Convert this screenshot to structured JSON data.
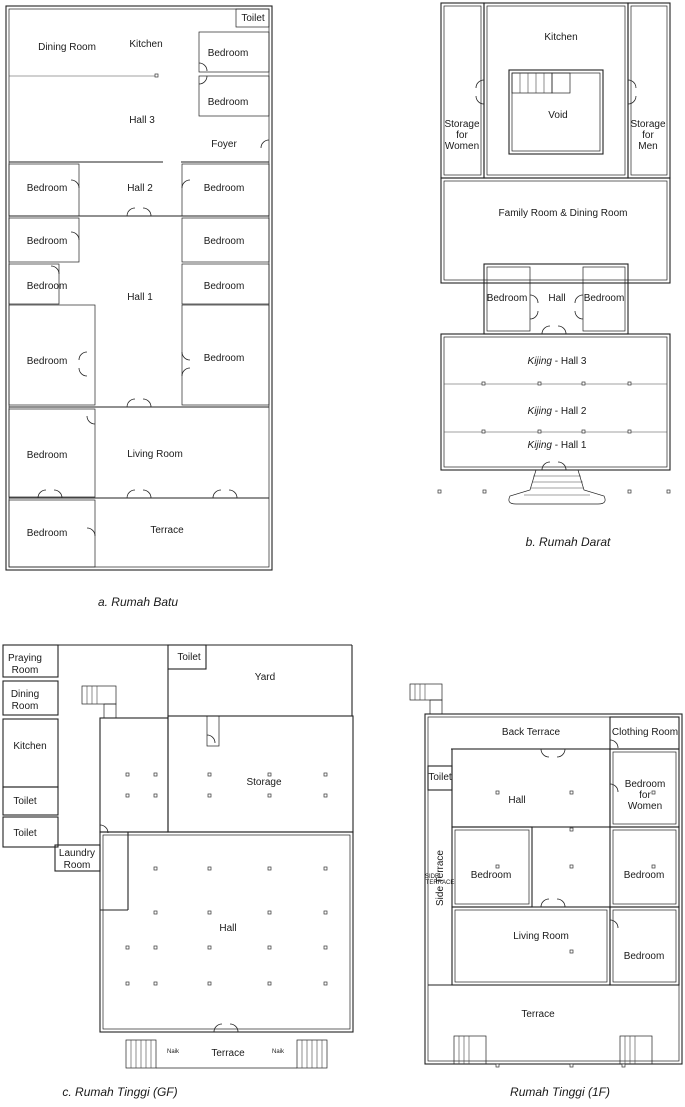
{
  "captions": {
    "a": "a. Rumah Batu",
    "b": "b. Rumah Darat",
    "c": "c. Rumah Tinggi (GF)",
    "d": "Rumah Tinggi (1F)"
  },
  "plan_a": {
    "toilet": "Toilet",
    "dining_room": "Dining Room",
    "kitchen": "Kitchen",
    "bedroom_1": "Bedroom",
    "bedroom_2": "Bedroom",
    "hall_3": "Hall 3",
    "foyer": "Foyer",
    "bedroom_3": "Bedroom",
    "hall_2": "Hall 2",
    "bedroom_4": "Bedroom",
    "bedroom_5": "Bedroom",
    "bedroom_6": "Bedroom",
    "bedroom_7": "Bedroom",
    "hall_1": "Hall 1",
    "bedroom_8": "Bedroom",
    "bedroom_9": "Bedroom",
    "bedroom_10": "Bedroom",
    "bedroom_11": "Bedroom",
    "living_room": "Living Room",
    "bedroom_12": "Bedroom",
    "terrace": "Terrace"
  },
  "plan_b": {
    "kitchen": "Kitchen",
    "storage_women": [
      "Storage",
      "for",
      "Women"
    ],
    "void": "Void",
    "storage_men": [
      "Storage",
      "for",
      "Men"
    ],
    "family_dining": "Family Room & Dining Room",
    "bedroom_left": "Bedroom",
    "hall": "Hall",
    "bedroom_right": "Bedroom",
    "kijing_word": "Kijing",
    "hall_3": " - Hall 3",
    "hall_2": " - Hall 2",
    "hall_1": " - Hall 1"
  },
  "plan_c": {
    "praying_room": [
      "Praying",
      "Room"
    ],
    "dining_room": [
      "Dining",
      "Room"
    ],
    "toilet_top": "Toilet",
    "yard": "Yard",
    "kitchen": "Kitchen",
    "storage": "Storage",
    "toilet_1": "Toilet",
    "toilet_2": "Toilet",
    "laundry_room": [
      "Laundry",
      "Room"
    ],
    "hall": "Hall",
    "terrace": "Terrace",
    "naik_left": "Naik",
    "naik_right": "Naik"
  },
  "plan_d": {
    "back_terrace": "Back Terrace",
    "clothing_room": "Clothing Room",
    "toilet": "Toilet",
    "hall": "Hall",
    "bedroom_women": [
      "Bedroom",
      "for",
      "Women"
    ],
    "side_terrace": "Side Terrace",
    "side_terrace_small": [
      "SIDE",
      "TERRACE"
    ],
    "bedroom_1": "Bedroom",
    "bedroom_2": "Bedroom",
    "living_room": "Living Room",
    "bedroom_3": "Bedroom",
    "terrace": "Terrace"
  }
}
